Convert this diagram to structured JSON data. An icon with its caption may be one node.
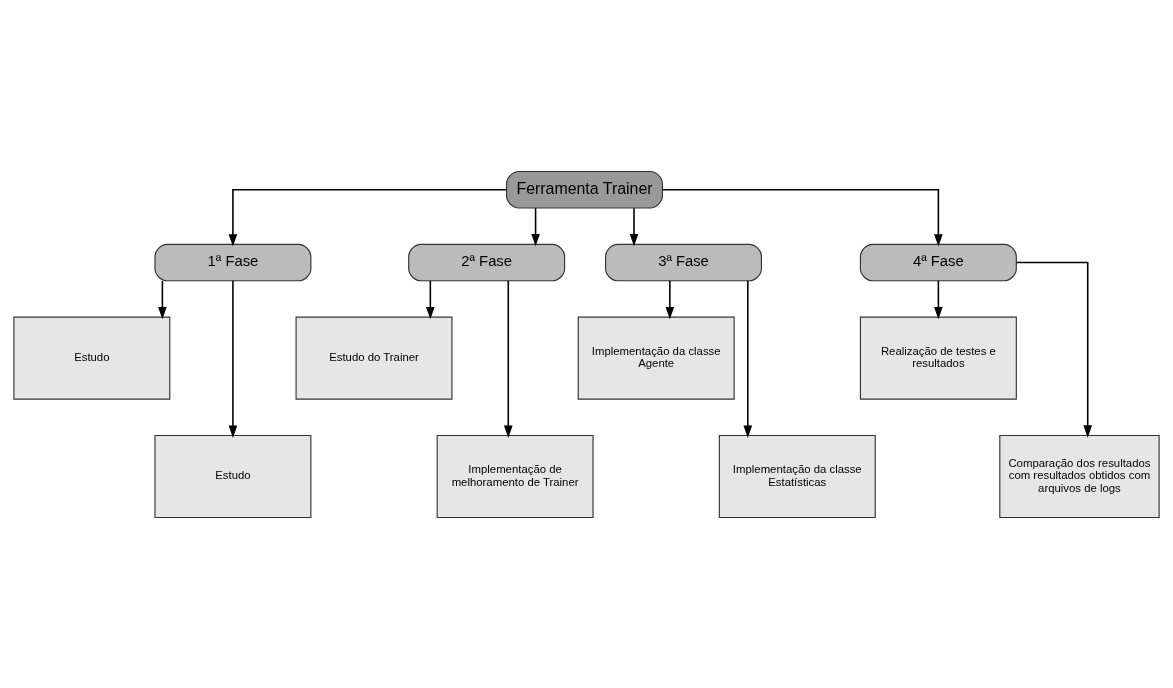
{
  "diagram": {
    "nodes": [
      {
        "text": [
          "Ferramenta Trainer"
        ]
      },
      {
        "text": [
          "1ª Fase"
        ]
      },
      {
        "text": [
          "2ª Fase"
        ]
      },
      {
        "text": [
          "3ª Fase"
        ]
      },
      {
        "text": [
          "4ª Fase"
        ]
      },
      {
        "text": [
          "Estudo"
        ]
      },
      {
        "text": [
          "Estudo"
        ]
      },
      {
        "text": [
          "Estudo do Trainer"
        ]
      },
      {
        "text": [
          "Implementação de melhoramento de Trainer"
        ]
      },
      {
        "text": [
          "Implementação da classe Agente"
        ]
      },
      {
        "text": [
          "Implementação da classe Estatísticas"
        ]
      },
      {
        "text": [
          "Realização de testes e resultados"
        ]
      },
      {
        "text": [
          "Comparação dos resultados com resultados obtidos com arquivos de logs"
        ]
      }
    ],
    "edges": [
      {
        "from": 0,
        "to": 1,
        "arrow": "to"
      },
      {
        "from": 0,
        "to": 2,
        "arrow": "to"
      },
      {
        "from": 0,
        "to": 3,
        "arrow": "to"
      },
      {
        "from": 0,
        "to": 4,
        "arrow": "to"
      },
      {
        "from": 1,
        "to": 5,
        "arrow": "to"
      },
      {
        "from": 1,
        "to": 6,
        "arrow": "to"
      },
      {
        "from": 2,
        "to": 7,
        "arrow": "to"
      },
      {
        "from": 2,
        "to": 8,
        "arrow": "to"
      },
      {
        "from": 3,
        "to": 9,
        "arrow": "to"
      },
      {
        "from": 3,
        "to": 10,
        "arrow": "to"
      },
      {
        "from": 4,
        "to": 11,
        "arrow": "to"
      },
      {
        "from": 4,
        "to": 12,
        "arrow": "to"
      }
    ]
  }
}
